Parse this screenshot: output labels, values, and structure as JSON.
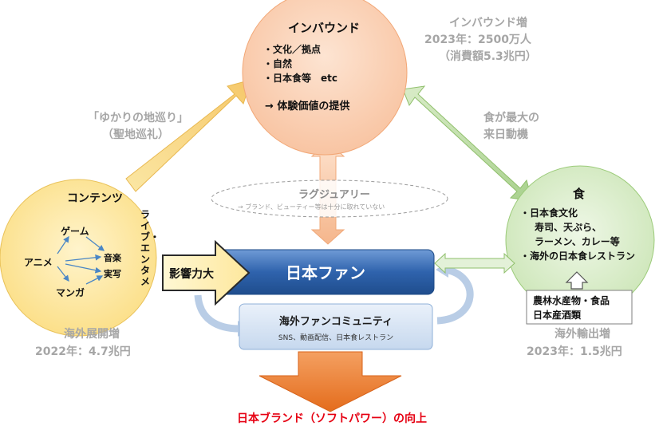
{
  "inbound": {
    "title": "インバウンド",
    "items": [
      "・文化／拠点",
      "・自然",
      "・日本食等　etc"
    ],
    "value": "→ 体験価値の提供",
    "stat_line1": "インバウンド増",
    "stat_line2": "2023年：2500万人",
    "stat_line3": "（消費額5.3兆円）"
  },
  "content": {
    "title": "コンテンツ",
    "game": "ゲーム",
    "anime": "アニメ",
    "manga": "マンガ",
    "music": "音楽",
    "live_action": "実写",
    "live_entertainment": "ライブ・エンタメ",
    "stat_line1": "海外展開増",
    "stat_line2": "2022年：4.7兆円"
  },
  "food": {
    "title": "食",
    "items": [
      "・日本食文化",
      "寿司、天ぷら、",
      "ラーメン、カレー等",
      "・海外の日本食レストラン"
    ],
    "products_line1": "農林水産物・食品",
    "products_line2": "日本産酒類",
    "stat_line1": "海外輸出増",
    "stat_line2": "2023年：1.5兆円"
  },
  "pilgrimage": {
    "line1": "「ゆかりの地巡り」",
    "line2": "（聖地巡礼）"
  },
  "food_motive": {
    "line1": "食が最大の",
    "line2": "来日動機"
  },
  "luxury": {
    "title": "ラグジュアリー",
    "note": "→ ブランド、ビューティー等は十分に取れていない"
  },
  "influence_label": "影響力大",
  "japan_fan": "日本ファン",
  "community": {
    "title": "海外ファンコミュニティ",
    "subtitle": "SNS、動画配信、日本食レストラン"
  },
  "goal": "日本ブランド（ソフトパワー）の向上",
  "colors": {
    "peach": "#fbd2b6",
    "cream": "#fde9a2",
    "mint": "#d6ecc4",
    "blue_dark": "#2e5f9c",
    "orange": "#ed7d31",
    "goal_red": "#e60012",
    "gray_text": "#a6a6a6"
  }
}
